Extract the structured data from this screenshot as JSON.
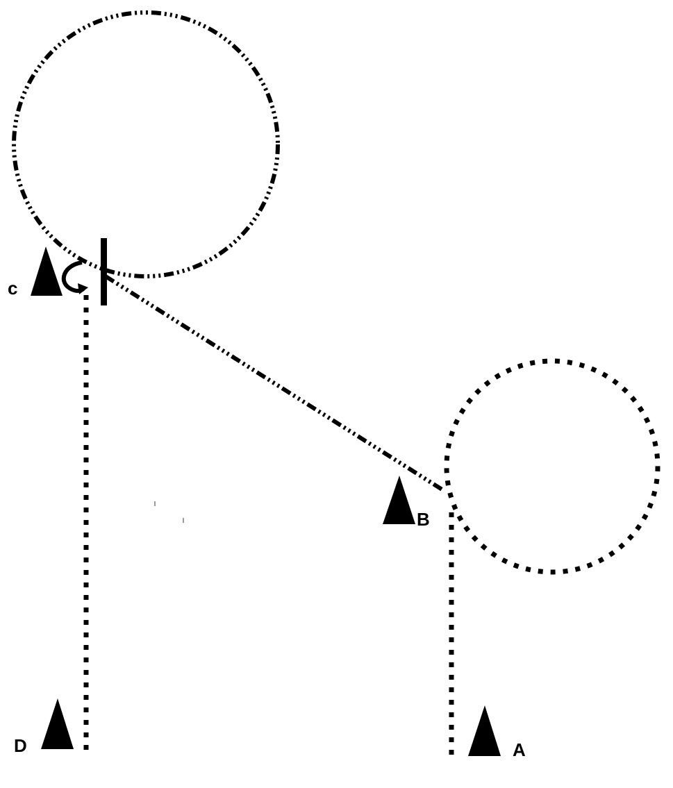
{
  "cones": [
    {
      "id": "C",
      "label": "c"
    },
    {
      "id": "B",
      "label": "B"
    },
    {
      "id": "D",
      "label": "D"
    },
    {
      "id": "A",
      "label": "A"
    }
  ],
  "colors": {
    "ink": "#000000",
    "background": "#ffffff"
  },
  "icons": {
    "cone": "cone-icon",
    "mannequin": "mannequin-icon",
    "turn_arrow": "curved-arrow-icon"
  }
}
